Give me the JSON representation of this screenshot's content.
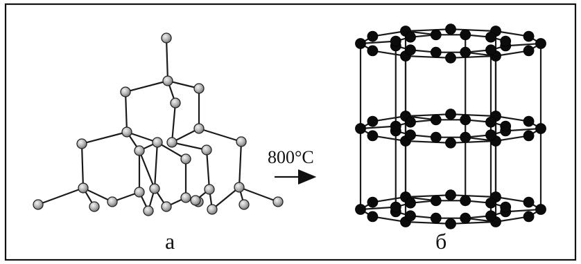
{
  "figure": {
    "label_left": "а",
    "label_right": "б",
    "arrow_label": "800°C"
  },
  "colors": {
    "diamond_atom": "#b3b3b3",
    "graphite_atom": "#0b0b0b",
    "bond": "#1a1a1a",
    "frame": "#111111"
  }
}
